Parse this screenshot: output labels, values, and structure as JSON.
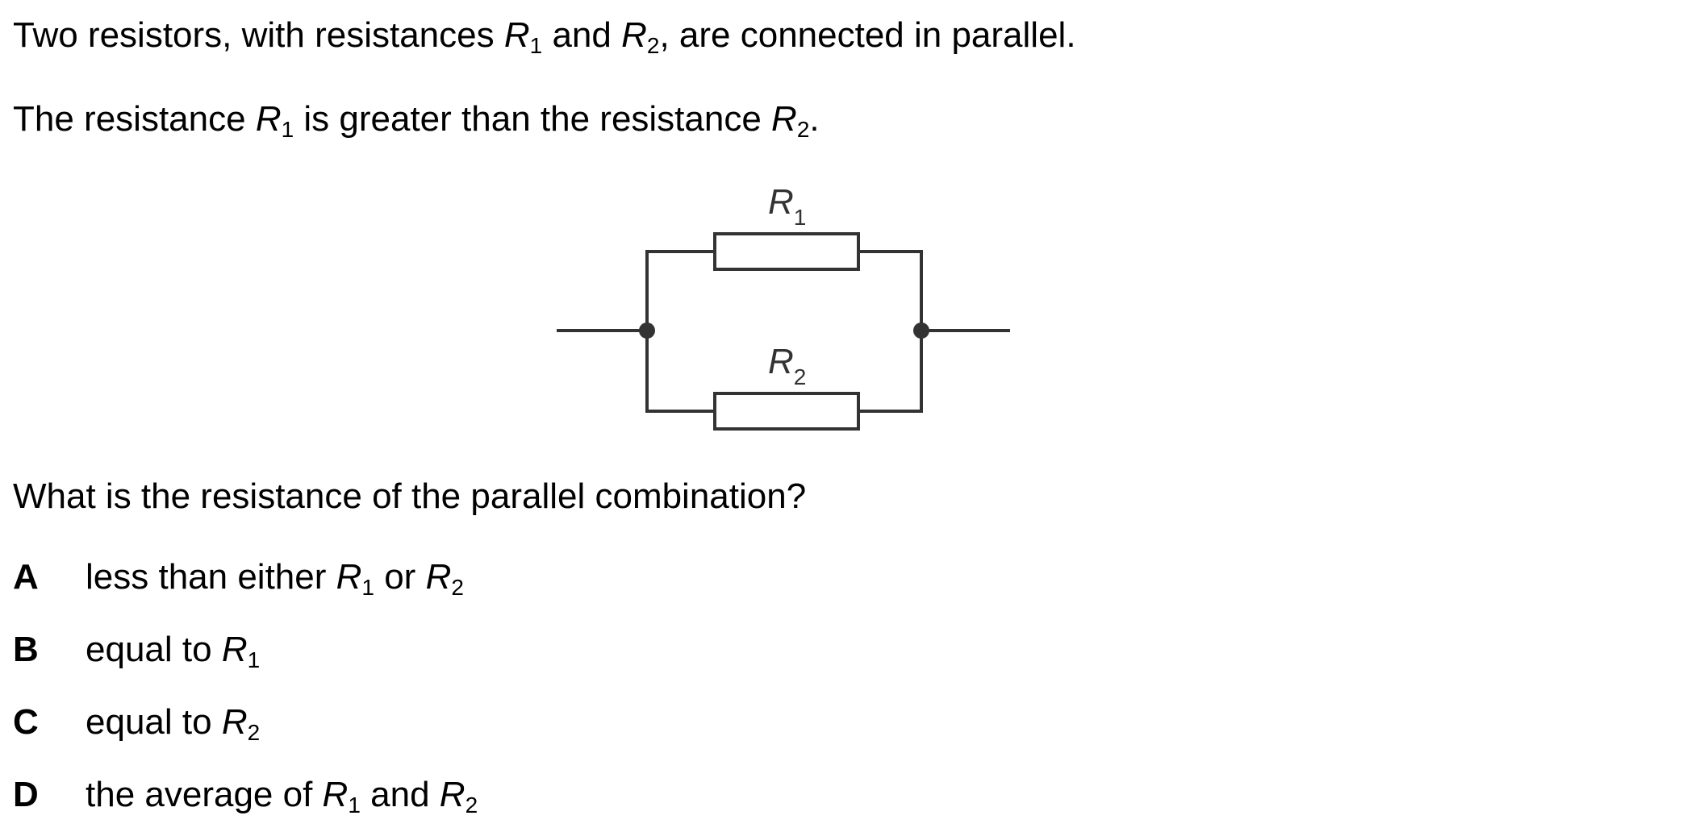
{
  "question": {
    "intro": {
      "part1": "Two resistors, with resistances ",
      "var1": "R",
      "sub1": "1",
      "part2": " and ",
      "var2": "R",
      "sub2": "2",
      "part3": ", are connected in parallel."
    },
    "statement": {
      "part1": "The resistance ",
      "var1": "R",
      "sub1": "1",
      "part2": " is greater than the resistance ",
      "var2": "R",
      "sub2": "2",
      "part3": "."
    },
    "prompt": "What is the resistance of the parallel combination?"
  },
  "diagram": {
    "r1_label": "R",
    "r1_sub": "1",
    "r2_label": "R",
    "r2_sub": "2",
    "line_color": "#333333"
  },
  "options": [
    {
      "letter": "A",
      "text1": "less than either ",
      "var1": "R",
      "sub1": "1",
      "text2": " or ",
      "var2": "R",
      "sub2": "2"
    },
    {
      "letter": "B",
      "text1": "equal to ",
      "var1": "R",
      "sub1": "1"
    },
    {
      "letter": "C",
      "text1": "equal to ",
      "var1": "R",
      "sub1": "2"
    },
    {
      "letter": "D",
      "text1": "the average of ",
      "var1": "R",
      "sub1": "1",
      "text2": " and ",
      "var2": "R",
      "sub2": "2"
    }
  ]
}
